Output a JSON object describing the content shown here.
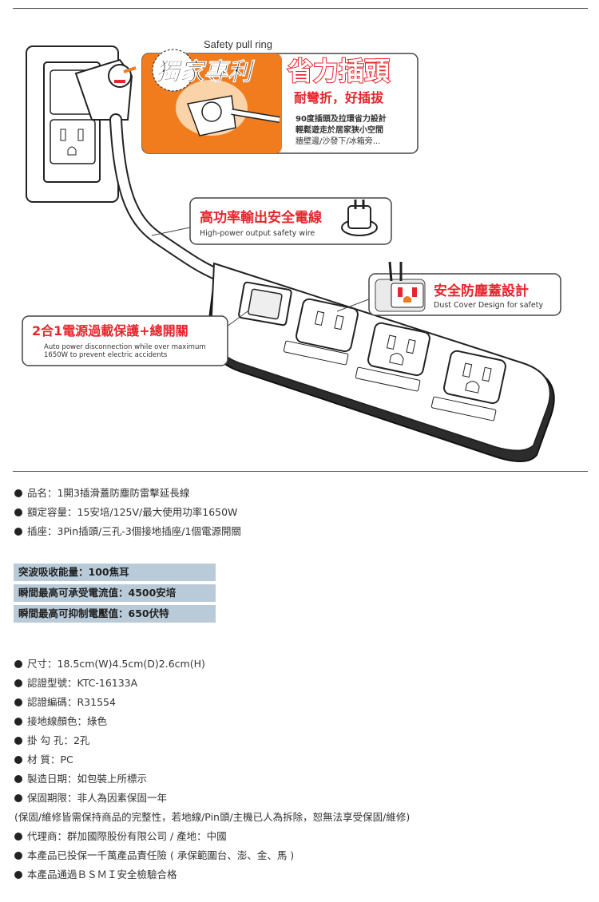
{
  "illustration": {
    "safety_pull_ring": "Safety pull ring",
    "patent": "獨家專利",
    "easy_plug": "省力插頭",
    "plug_sub": "耐彎折，好插拔",
    "plug_desc": [
      "90度插頭及拉環省力設計",
      "輕鬆遊走於居家狹小空間",
      "牆壁邊/沙發下/冰箱旁..."
    ],
    "wire_title": "高功率輸出安全電線",
    "wire_sub": "High-power output safety wire",
    "dust_title": "安全防塵蓋設計",
    "dust_sub": "Dust Cover Design for safety",
    "protect_title": "2合1電源過載保護+總開關",
    "protect_sub": [
      "Auto power disconnection while over maximum",
      "1650W to prevent electric accidents"
    ]
  },
  "specs_top": [
    "品名：1開3插滑蓋防塵防雷擊延長線",
    "額定容量：15安培/125V/最大使用功率1650W",
    "插座：3Pin插頭/三孔-3個接地插座/1個電源開關"
  ],
  "specs_boxed": [
    "突波吸收能量：100焦耳",
    "瞬間最高可承受電流值：4500安培",
    "瞬間最高可抑制電壓值：650伏特"
  ],
  "specs_bottom": [
    "尺寸：18.5cm(W)4.5cm(D)2.6cm(H)",
    "認證型號：KTC-16133A",
    "認證編碼：R31554",
    "接地線顏色：綠色",
    "掛 勾 孔：2孔",
    "材 質：PC",
    "製造日期：如包裝上所標示",
    "保固期限：非人為因素保固一年",
    "(保固/維修皆需保持商品的完整性，若地線/Pin頭/主機已人為拆除，恕無法享受保固/維修)",
    "代理商：群加國際股份有限公司 / 產地：中國",
    "本產品已投保一千萬產品責任險 ( 承保範圍台、澎、金、馬 )",
    "本產品通過ＢＳＭＩ安全檢驗合格"
  ],
  "colors": {
    "orange": "#f07c1e",
    "red": "#e8242c",
    "box_bg": "#b9cbd9"
  }
}
